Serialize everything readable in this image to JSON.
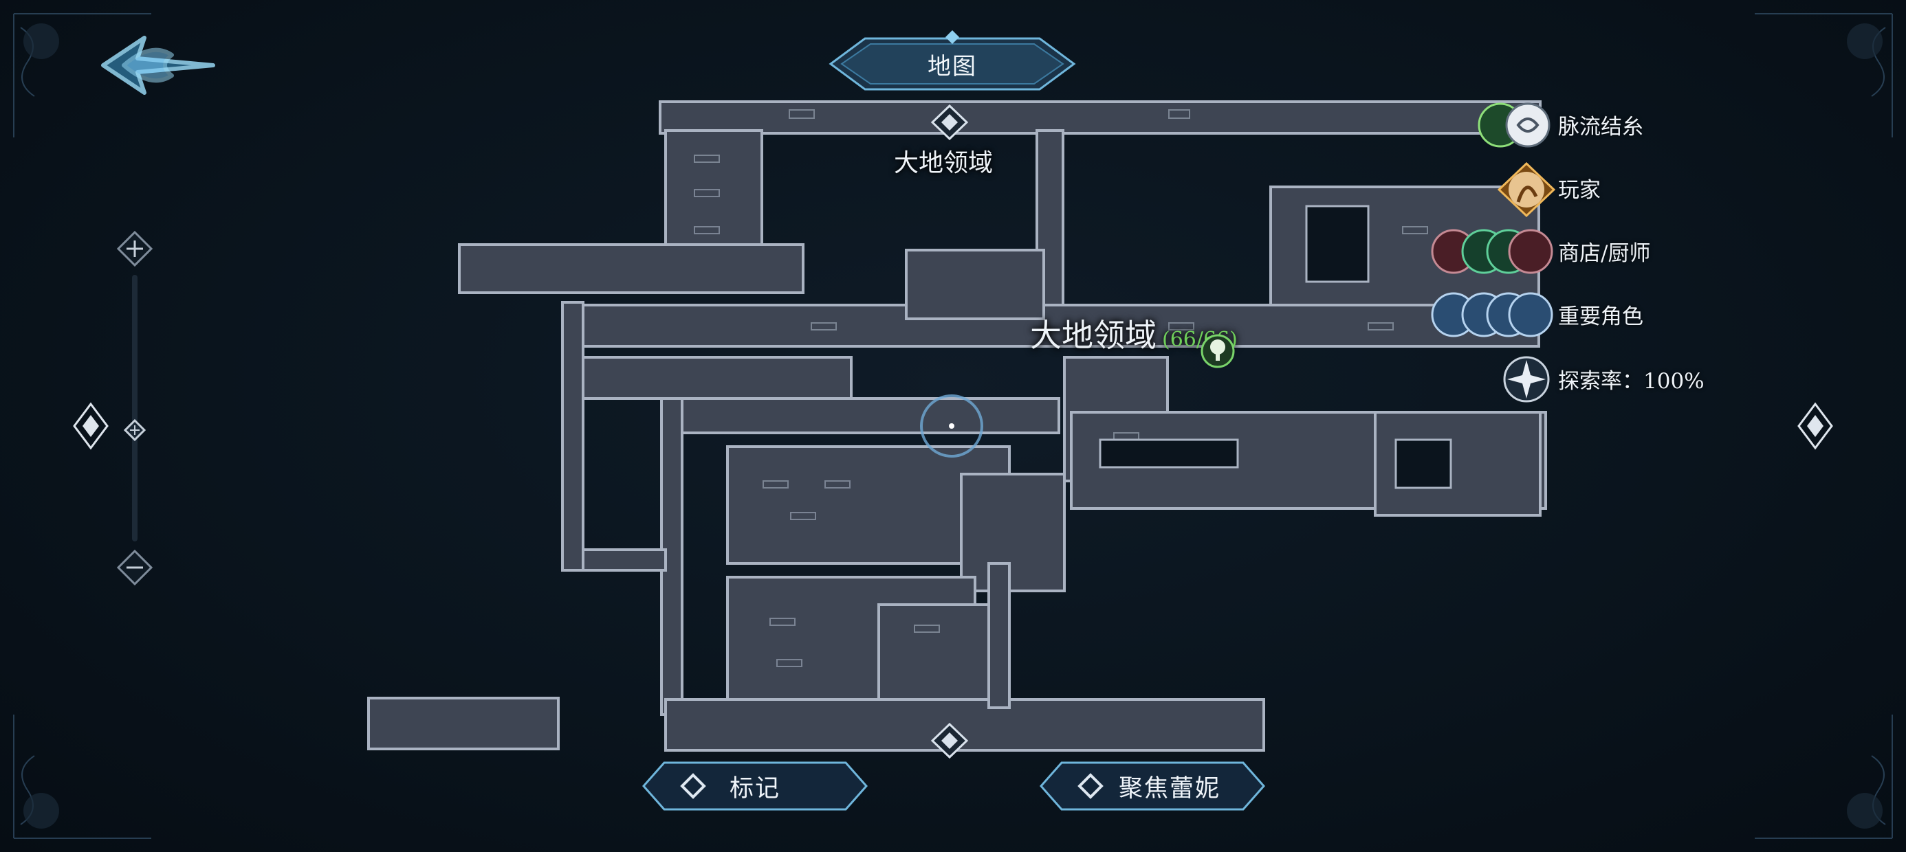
{
  "header": {
    "title": "地图"
  },
  "map": {
    "region_top_label": "大地领域",
    "region_main_label": "大地领域",
    "region_count": "(66/66)"
  },
  "legend": {
    "items": [
      {
        "label": "脉流结糸",
        "icon": "vein-node-icons"
      },
      {
        "label": "玩家",
        "icon": "player-portrait-icon"
      },
      {
        "label": "商店/厨师",
        "icon": "shop-chef-icons"
      },
      {
        "label": "重要角色",
        "icon": "key-character-icons"
      },
      {
        "label": "探索率：100%",
        "icon": "compass-star-icon"
      }
    ]
  },
  "buttons": {
    "mark_label": "标记",
    "focus_label": "聚焦蕾妮"
  },
  "colors": {
    "background": "#0a141d",
    "map_fill": "#3e4553",
    "map_edge": "#aab3c2",
    "accent": "#5fb8e6",
    "count_green": "#6fcf5a",
    "player_gold": "#d9a24a"
  }
}
